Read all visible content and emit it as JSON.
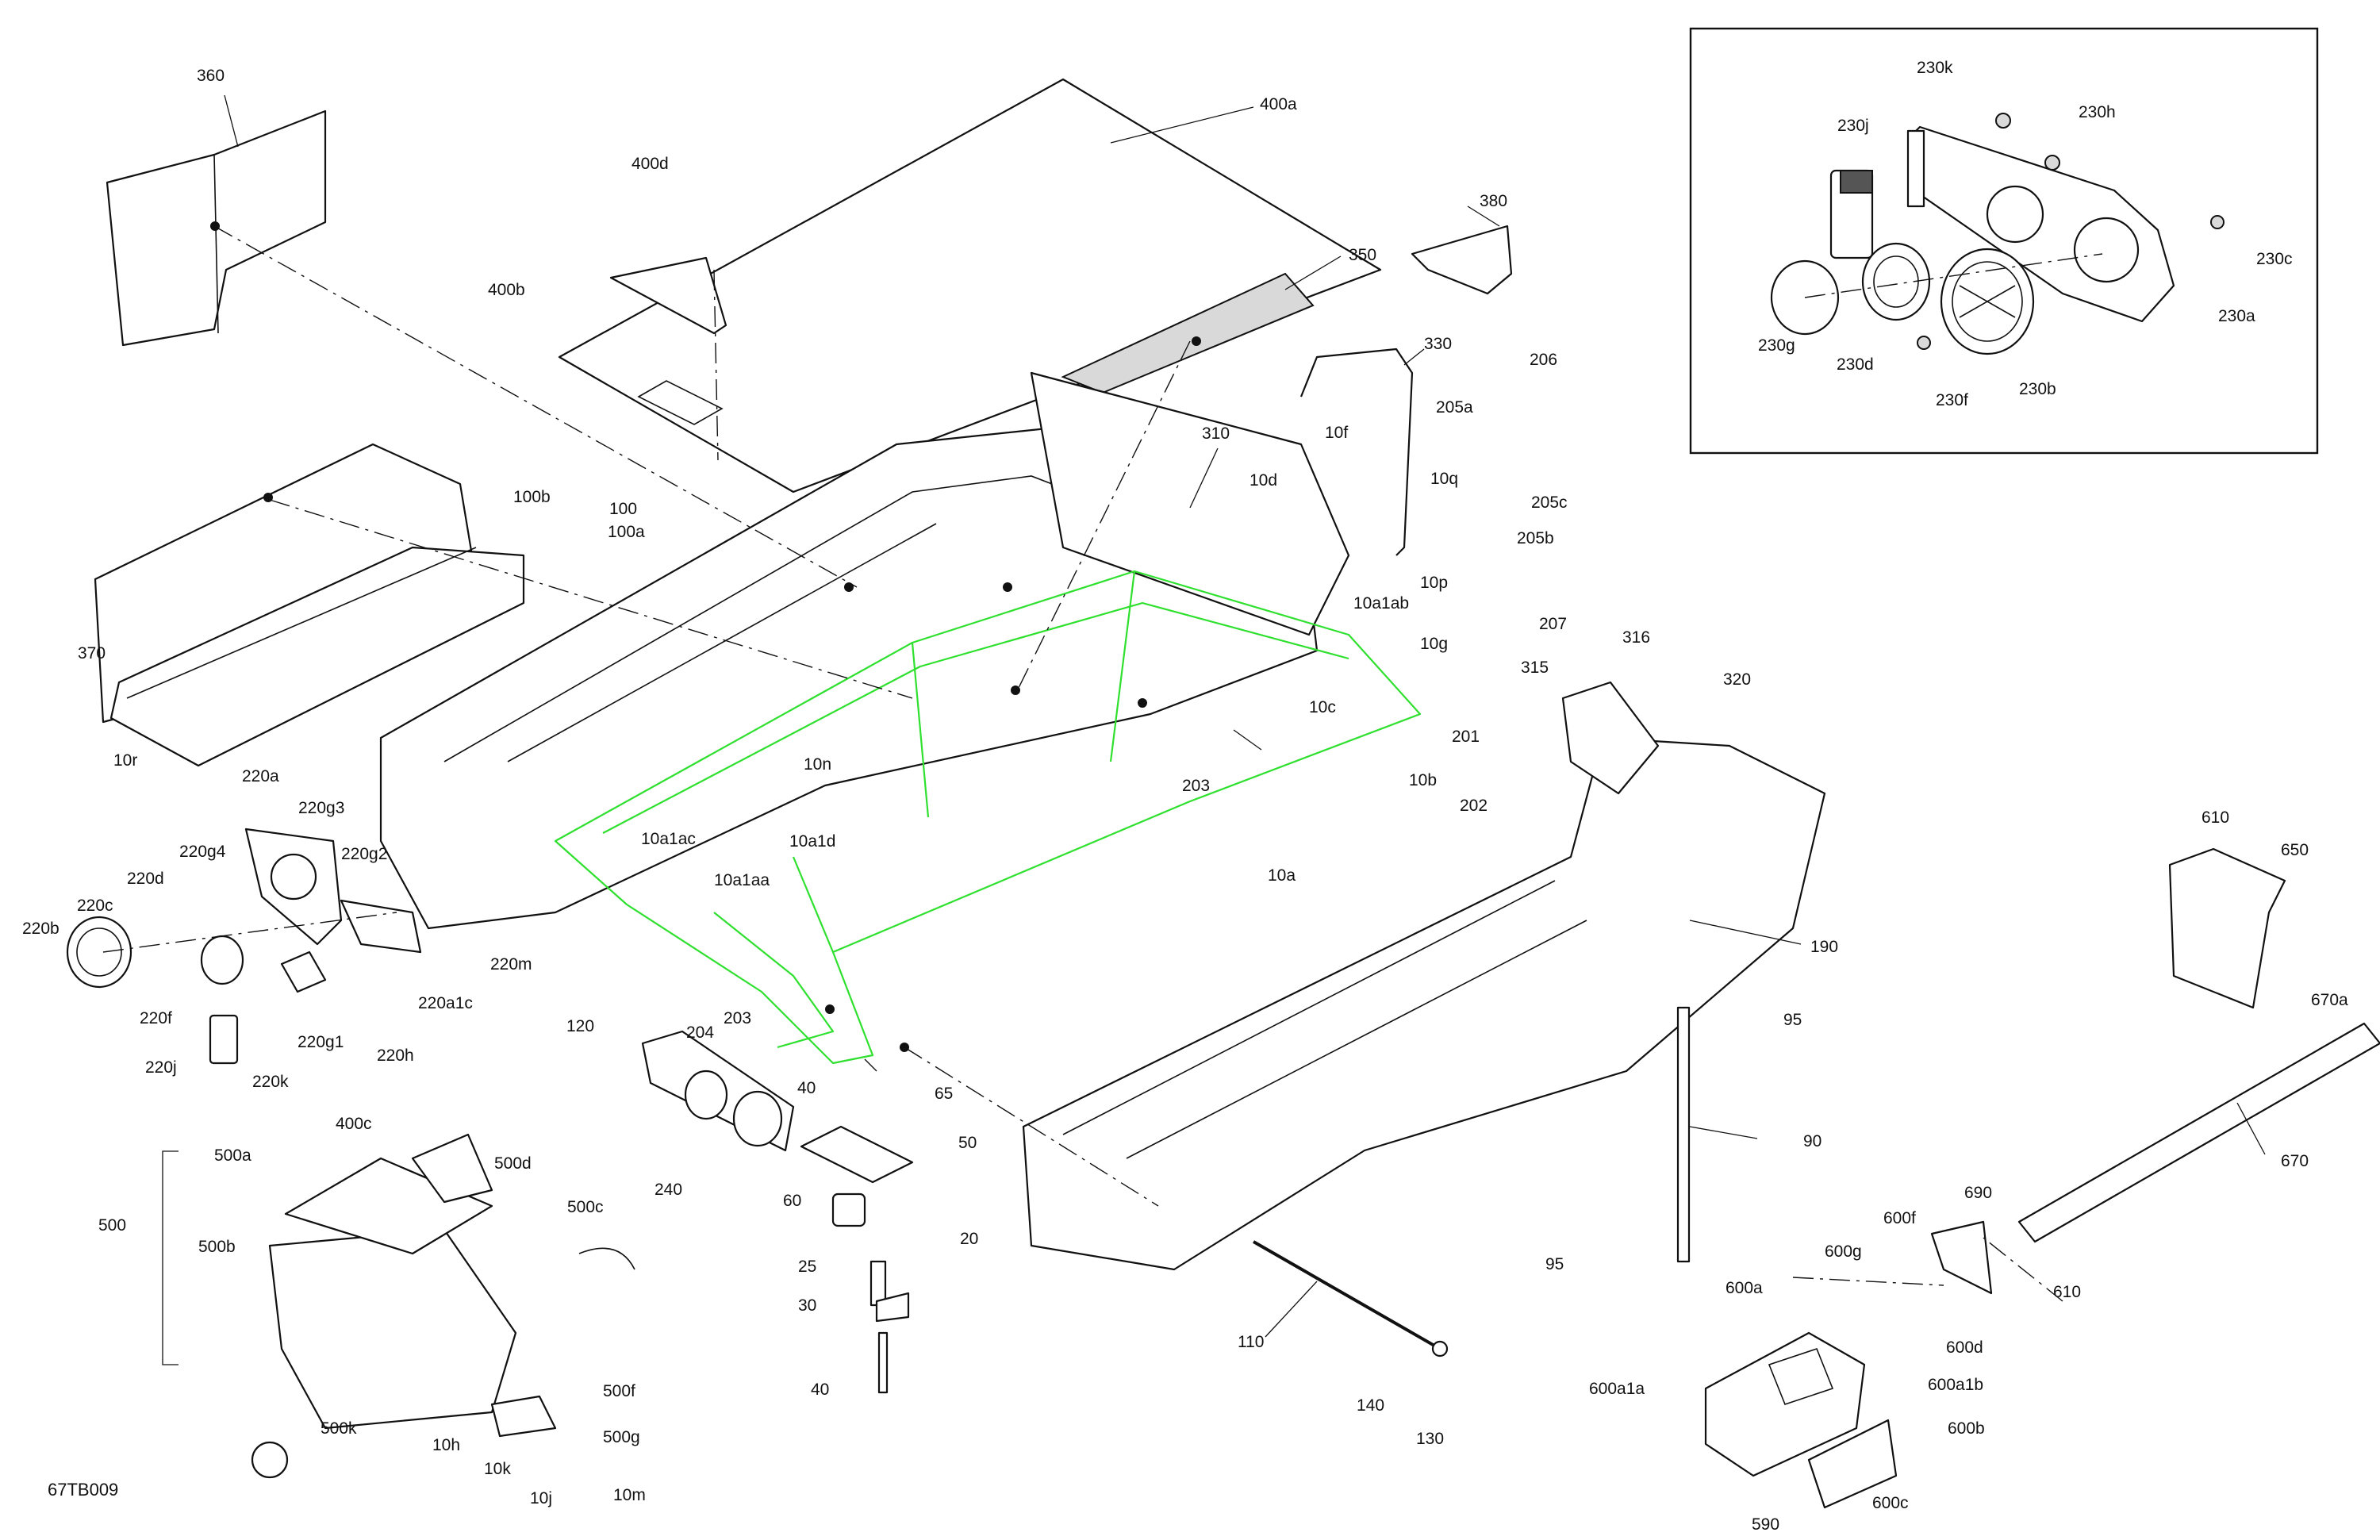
{
  "drawing_code": "67TB009",
  "accent": {
    "line": "#111111",
    "highlight": "#2fe02f"
  },
  "labels": [
    {
      "id": "360",
      "text": "360"
    },
    {
      "id": "400a",
      "text": "400a"
    },
    {
      "id": "400d",
      "text": "400d"
    },
    {
      "id": "400b",
      "text": "400b"
    },
    {
      "id": "350",
      "text": "350"
    },
    {
      "id": "380",
      "text": "380"
    },
    {
      "id": "330",
      "text": "330"
    },
    {
      "id": "206",
      "text": "206"
    },
    {
      "id": "205a",
      "text": "205a"
    },
    {
      "id": "310",
      "text": "310"
    },
    {
      "id": "10f",
      "text": "10f"
    },
    {
      "id": "10d",
      "text": "10d"
    },
    {
      "id": "10q",
      "text": "10q"
    },
    {
      "id": "205c",
      "text": "205c"
    },
    {
      "id": "205b",
      "text": "205b"
    },
    {
      "id": "10p",
      "text": "10p"
    },
    {
      "id": "207",
      "text": "207"
    },
    {
      "id": "100b",
      "text": "100b"
    },
    {
      "id": "100",
      "text": "100"
    },
    {
      "id": "100a",
      "text": "100a"
    },
    {
      "id": "370",
      "text": "370"
    },
    {
      "id": "10a1ab",
      "text": "10a1ab"
    },
    {
      "id": "10g",
      "text": "10g"
    },
    {
      "id": "316",
      "text": "316"
    },
    {
      "id": "320",
      "text": "320"
    },
    {
      "id": "315",
      "text": "315"
    },
    {
      "id": "10c",
      "text": "10c"
    },
    {
      "id": "201",
      "text": "201"
    },
    {
      "id": "10b",
      "text": "10b"
    },
    {
      "id": "202",
      "text": "202"
    },
    {
      "id": "203a",
      "text": "203"
    },
    {
      "id": "10r",
      "text": "10r"
    },
    {
      "id": "10n",
      "text": "10n"
    },
    {
      "id": "220a",
      "text": "220a"
    },
    {
      "id": "220g3",
      "text": "220g3"
    },
    {
      "id": "10a1ac",
      "text": "10a1ac"
    },
    {
      "id": "10a1d",
      "text": "10a1d"
    },
    {
      "id": "10a",
      "text": "10a"
    },
    {
      "id": "220g4",
      "text": "220g4"
    },
    {
      "id": "220g2",
      "text": "220g2"
    },
    {
      "id": "220d",
      "text": "220d"
    },
    {
      "id": "220c",
      "text": "220c"
    },
    {
      "id": "220b",
      "text": "220b"
    },
    {
      "id": "10a1aa",
      "text": "10a1aa"
    },
    {
      "id": "610a",
      "text": "610"
    },
    {
      "id": "650",
      "text": "650"
    },
    {
      "id": "220m",
      "text": "220m"
    },
    {
      "id": "220a1c",
      "text": "220a1c"
    },
    {
      "id": "190",
      "text": "190"
    },
    {
      "id": "220f",
      "text": "220f"
    },
    {
      "id": "220g1",
      "text": "220g1"
    },
    {
      "id": "120",
      "text": "120"
    },
    {
      "id": "670a",
      "text": "670a"
    },
    {
      "id": "220h",
      "text": "220h"
    },
    {
      "id": "220j",
      "text": "220j"
    },
    {
      "id": "220k",
      "text": "220k"
    },
    {
      "id": "203b",
      "text": "203"
    },
    {
      "id": "204",
      "text": "204"
    },
    {
      "id": "95a",
      "text": "95"
    },
    {
      "id": "40a",
      "text": "40"
    },
    {
      "id": "65",
      "text": "65"
    },
    {
      "id": "400c",
      "text": "400c"
    },
    {
      "id": "500a",
      "text": "500a"
    },
    {
      "id": "500d",
      "text": "500d"
    },
    {
      "id": "240",
      "text": "240"
    },
    {
      "id": "90",
      "text": "90"
    },
    {
      "id": "670",
      "text": "670"
    },
    {
      "id": "50",
      "text": "50"
    },
    {
      "id": "60",
      "text": "60"
    },
    {
      "id": "500c",
      "text": "500c"
    },
    {
      "id": "500",
      "text": "500"
    },
    {
      "id": "500b",
      "text": "500b"
    },
    {
      "id": "20",
      "text": "20"
    },
    {
      "id": "690",
      "text": "690"
    },
    {
      "id": "600f",
      "text": "600f"
    },
    {
      "id": "25",
      "text": "25"
    },
    {
      "id": "95b",
      "text": "95"
    },
    {
      "id": "600g",
      "text": "600g"
    },
    {
      "id": "610b",
      "text": "610"
    },
    {
      "id": "30",
      "text": "30"
    },
    {
      "id": "600a",
      "text": "600a"
    },
    {
      "id": "600d",
      "text": "600d"
    },
    {
      "id": "110",
      "text": "110"
    },
    {
      "id": "500f",
      "text": "500f"
    },
    {
      "id": "40b",
      "text": "40"
    },
    {
      "id": "600a1a",
      "text": "600a1a"
    },
    {
      "id": "600a1b",
      "text": "600a1b"
    },
    {
      "id": "500k",
      "text": "500k"
    },
    {
      "id": "140",
      "text": "140"
    },
    {
      "id": "10h",
      "text": "10h"
    },
    {
      "id": "500g",
      "text": "500g"
    },
    {
      "id": "600b",
      "text": "600b"
    },
    {
      "id": "130",
      "text": "130"
    },
    {
      "id": "10k",
      "text": "10k"
    },
    {
      "id": "590",
      "text": "590"
    },
    {
      "id": "10j",
      "text": "10j"
    },
    {
      "id": "10m",
      "text": "10m"
    },
    {
      "id": "600c",
      "text": "600c"
    },
    {
      "id": "230k",
      "text": "230k"
    },
    {
      "id": "230j",
      "text": "230j"
    },
    {
      "id": "230h",
      "text": "230h"
    },
    {
      "id": "230c",
      "text": "230c"
    },
    {
      "id": "230a",
      "text": "230a"
    },
    {
      "id": "230g",
      "text": "230g"
    },
    {
      "id": "230d",
      "text": "230d"
    },
    {
      "id": "230f",
      "text": "230f"
    },
    {
      "id": "230b",
      "text": "230b"
    }
  ]
}
